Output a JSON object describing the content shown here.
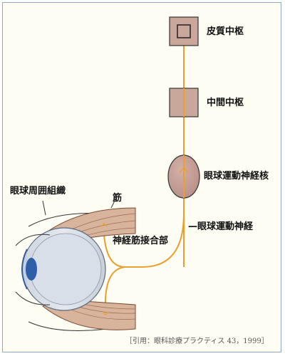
{
  "diagram": {
    "labels": {
      "cortical_center": "皮質中枢",
      "intermediate_center": "中間中枢",
      "oculomotor_nucleus": "眼球運動神経核",
      "periorbital_tissue": "眼球周囲組織",
      "muscle": "筋",
      "oculomotor_nerve": "—眼球運動神経",
      "neuromuscular_junction": "神経筋接合部"
    },
    "citation": "［引用：眼科診療プラクティス 43，1999］",
    "colors": {
      "frame_border": "#8fa8c8",
      "background": "#fefdf3",
      "nerve": "#e8a030",
      "center_box": "#c9a79a",
      "nucleus": "#c49d92",
      "muscle": "#d9b49d",
      "eyeball": "#d6dde6",
      "iris": "#2f5fa8"
    }
  }
}
